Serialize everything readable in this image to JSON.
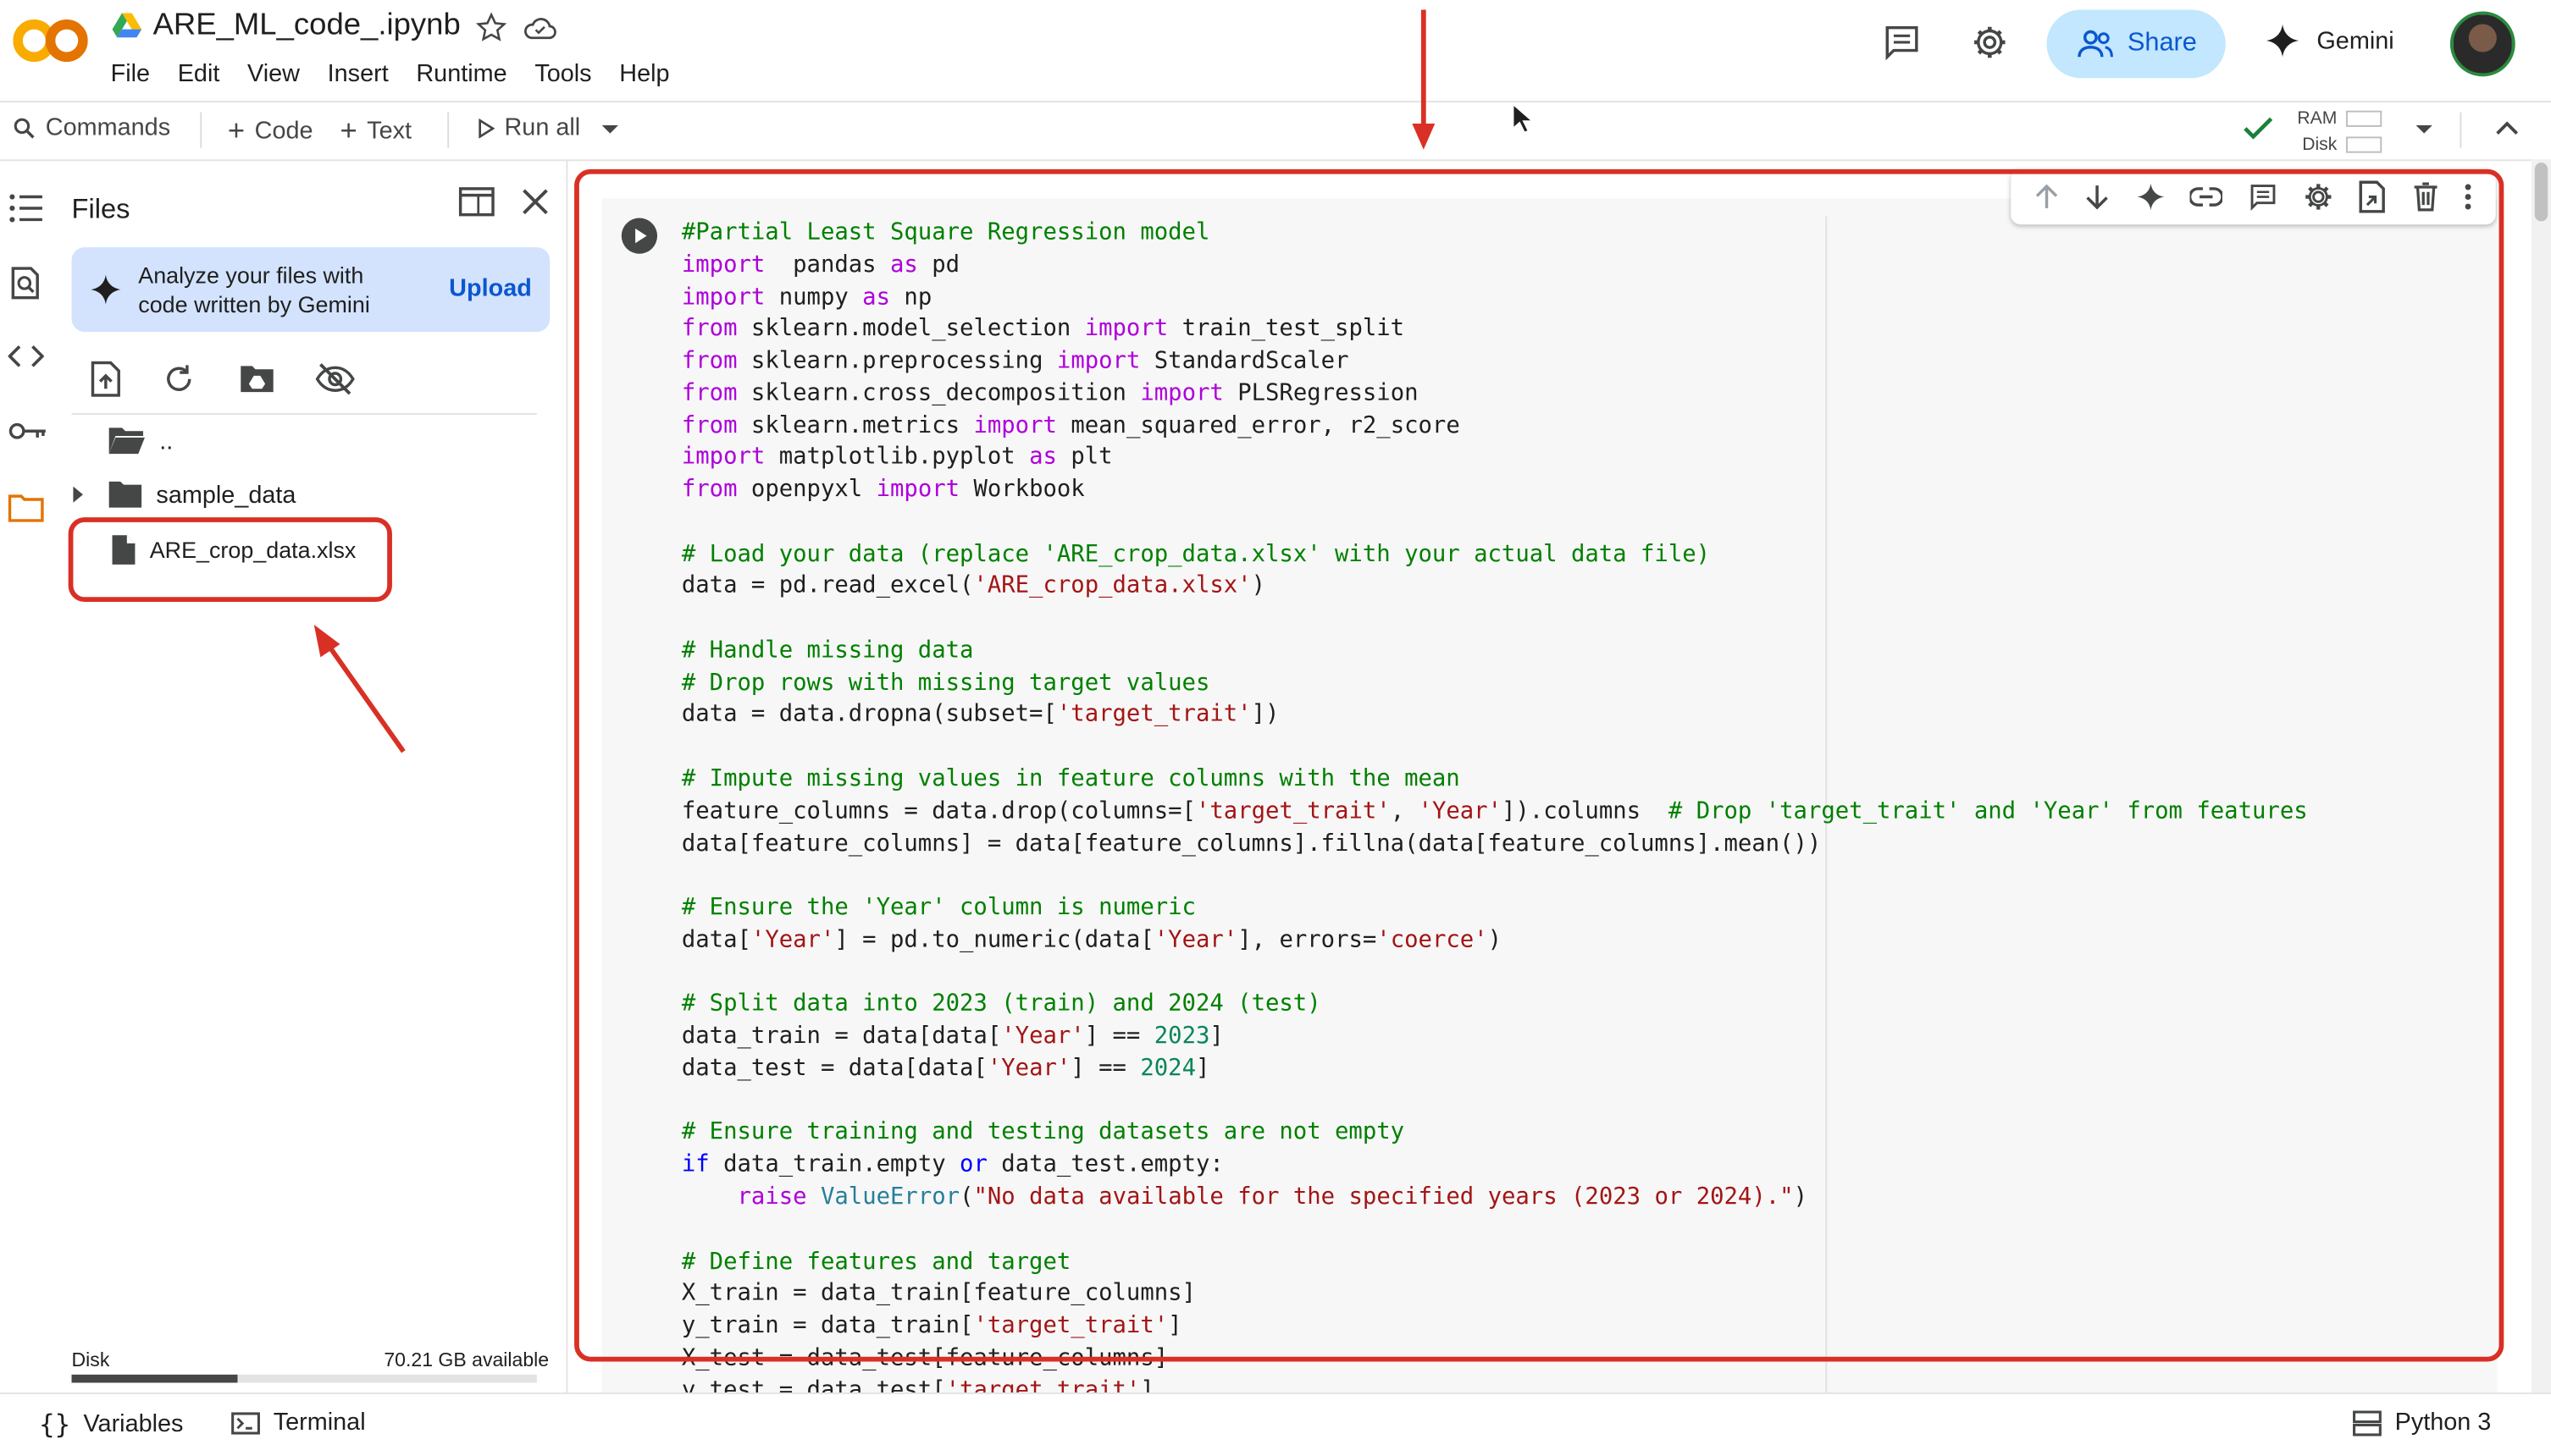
{
  "header": {
    "title": "ARE_ML_code_.ipynb",
    "menu": [
      "File",
      "Edit",
      "View",
      "Insert",
      "Runtime",
      "Tools",
      "Help"
    ],
    "share_label": "Share",
    "gemini_label": "Gemini"
  },
  "toolbar": {
    "commands_label": "Commands",
    "code_label": "Code",
    "text_label": "Text",
    "run_all_label": "Run all",
    "ram_label": "RAM",
    "disk_label": "Disk"
  },
  "files": {
    "title": "Files",
    "gemini_card_text": "Analyze your files with code written by Gemini",
    "upload_label": "Upload",
    "parent_label": "..",
    "items": [
      {
        "name": "sample_data"
      },
      {
        "name": "ARE_crop_data.xlsx"
      }
    ],
    "disk_label": "Disk",
    "disk_available": "70.21 GB available"
  },
  "statusbar": {
    "variables_label": "Variables",
    "terminal_label": "Terminal",
    "runtime_label": "Python 3"
  },
  "colors": {
    "annotation": "#d93025",
    "share_bg": "#c2e7ff",
    "accent": "#0b57d0"
  },
  "code_cell": {
    "lines": [
      [
        [
          "cm",
          "#Partial Least Square Regression model"
        ]
      ],
      [
        [
          "kw",
          "import"
        ],
        [
          "",
          "  pandas "
        ],
        [
          "kw",
          "as"
        ],
        [
          "",
          " pd"
        ]
      ],
      [
        [
          "kw",
          "import"
        ],
        [
          "",
          " numpy "
        ],
        [
          "kw",
          "as"
        ],
        [
          "",
          " np"
        ]
      ],
      [
        [
          "kw",
          "from"
        ],
        [
          "",
          " sklearn.model_selection "
        ],
        [
          "kw",
          "import"
        ],
        [
          "",
          " train_test_split"
        ]
      ],
      [
        [
          "kw",
          "from"
        ],
        [
          "",
          " sklearn.preprocessing "
        ],
        [
          "kw",
          "import"
        ],
        [
          "",
          " StandardScaler"
        ]
      ],
      [
        [
          "kw",
          "from"
        ],
        [
          "",
          " sklearn.cross_decomposition "
        ],
        [
          "kw",
          "import"
        ],
        [
          "",
          " PLSRegression"
        ]
      ],
      [
        [
          "kw",
          "from"
        ],
        [
          "",
          " sklearn.metrics "
        ],
        [
          "kw",
          "import"
        ],
        [
          "",
          " mean_squared_error, r2_score"
        ]
      ],
      [
        [
          "kw",
          "import"
        ],
        [
          "",
          " matplotlib.pyplot "
        ],
        [
          "kw",
          "as"
        ],
        [
          "",
          " plt"
        ]
      ],
      [
        [
          "kw",
          "from"
        ],
        [
          "",
          " openpyxl "
        ],
        [
          "kw",
          "import"
        ],
        [
          "",
          " Workbook"
        ]
      ],
      [],
      [
        [
          "cm",
          "# Load your data (replace 'ARE_crop_data.xlsx' with your actual data file)"
        ]
      ],
      [
        [
          "",
          "data = pd.read_excel("
        ],
        [
          "st",
          "'ARE_crop_data.xlsx'"
        ],
        [
          "",
          ")"
        ]
      ],
      [],
      [
        [
          "cm",
          "# Handle missing data"
        ]
      ],
      [
        [
          "cm",
          "# Drop rows with missing target values"
        ]
      ],
      [
        [
          "",
          "data = data.dropna(subset=["
        ],
        [
          "st",
          "'target_trait'"
        ],
        [
          "",
          "])"
        ]
      ],
      [],
      [
        [
          "cm",
          "# Impute missing values in feature columns with the mean"
        ]
      ],
      [
        [
          "",
          "feature_columns = data.drop(columns=["
        ],
        [
          "st",
          "'target_trait'"
        ],
        [
          "",
          ", "
        ],
        [
          "st",
          "'Year'"
        ],
        [
          "",
          "]).columns  "
        ],
        [
          "cm",
          "# Drop 'target_trait' and 'Year' from features"
        ]
      ],
      [
        [
          "",
          "data[feature_columns] = data[feature_columns].fillna(data[feature_columns].mean())"
        ]
      ],
      [],
      [
        [
          "cm",
          "# Ensure the 'Year' column is numeric"
        ]
      ],
      [
        [
          "",
          "data["
        ],
        [
          "st",
          "'Year'"
        ],
        [
          "",
          "] = pd.to_numeric(data["
        ],
        [
          "st",
          "'Year'"
        ],
        [
          "",
          "], errors="
        ],
        [
          "st",
          "'coerce'"
        ],
        [
          "",
          ")"
        ]
      ],
      [],
      [
        [
          "cm",
          "# Split data into 2023 (train) and 2024 (test)"
        ]
      ],
      [
        [
          "",
          "data_train = data[data["
        ],
        [
          "st",
          "'Year'"
        ],
        [
          "",
          "] == "
        ],
        [
          "nu",
          "2023"
        ],
        [
          "",
          "]"
        ]
      ],
      [
        [
          "",
          "data_test = data[data["
        ],
        [
          "st",
          "'Year'"
        ],
        [
          "",
          "] == "
        ],
        [
          "nu",
          "2024"
        ],
        [
          "",
          "]"
        ]
      ],
      [],
      [
        [
          "cm",
          "# Ensure training and testing datasets are not empty"
        ]
      ],
      [
        [
          "bl",
          "if"
        ],
        [
          "",
          " data_train.empty "
        ],
        [
          "bl",
          "or"
        ],
        [
          "",
          " data_test.empty:"
        ]
      ],
      [
        [
          "",
          "    "
        ],
        [
          "kw",
          "raise"
        ],
        [
          "",
          " "
        ],
        [
          "cl",
          "ValueError"
        ],
        [
          "",
          "("
        ],
        [
          "st",
          "\"No data available for the specified years (2023 or 2024).\""
        ],
        [
          "",
          ")"
        ]
      ],
      [],
      [
        [
          "cm",
          "# Define features and target"
        ]
      ],
      [
        [
          "",
          "X_train = data_train[feature_columns]"
        ]
      ],
      [
        [
          "",
          "y_train = data_train["
        ],
        [
          "st",
          "'target_trait'"
        ],
        [
          "",
          "]"
        ]
      ],
      [
        [
          "",
          "X_test = data_test[feature_columns]"
        ]
      ],
      [
        [
          "",
          "y_test = data_test["
        ],
        [
          "st",
          "'target_trait'"
        ],
        [
          "",
          "]"
        ]
      ]
    ]
  }
}
